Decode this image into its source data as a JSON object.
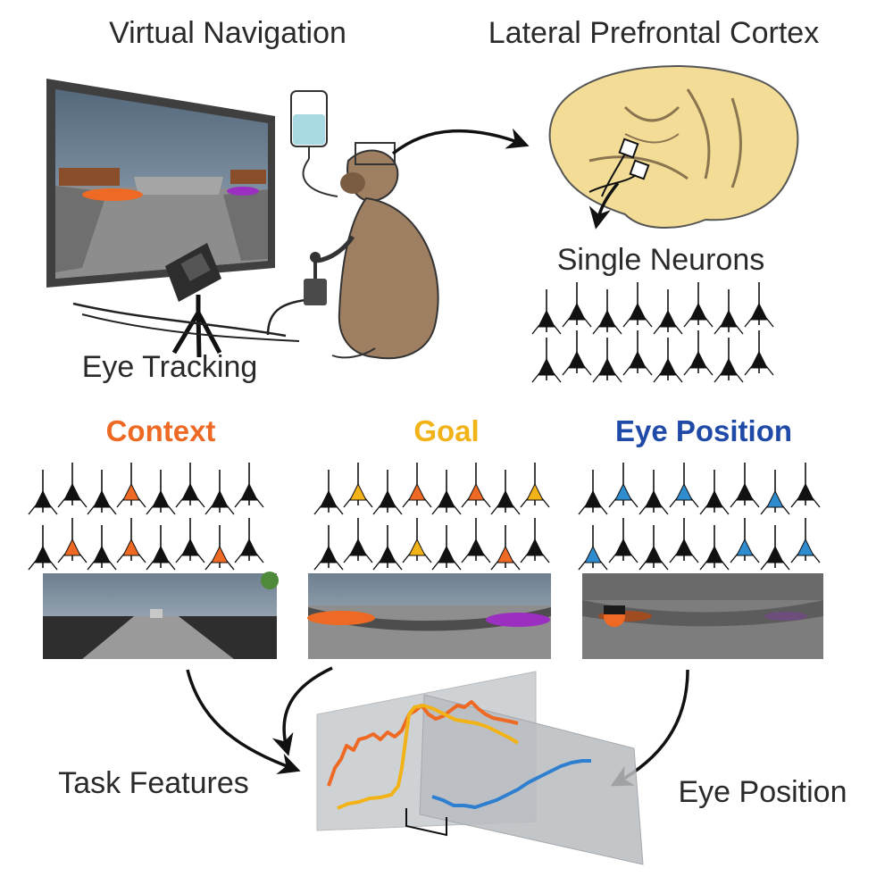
{
  "labels": {
    "virtual_navigation": "Virtual Navigation",
    "lateral_prefrontal_cortex": "Lateral Prefrontal Cortex",
    "eye_tracking": "Eye Tracking",
    "single_neurons": "Single Neurons",
    "context": "Context",
    "goal": "Goal",
    "eye_position_header": "Eye Position",
    "task_features": "Task Features",
    "eye_position_bottom": "Eye Position"
  },
  "colors": {
    "context": "#ee6a24",
    "goal": "#f2b318",
    "eye_position": "#1f4aa8",
    "neuron_blue": "#2e8ccf",
    "monkey": "#9e7f62",
    "brain": "#f2dc96",
    "text": "#2a2a2a"
  },
  "icons": {
    "monkey": "monkey-icon",
    "brain": "brain-icon",
    "monitor": "monitor-icon",
    "eye_tracker": "eye-tracker-icon",
    "reward_bottle": "reward-bottle-icon",
    "joystick": "joystick-icon",
    "neuron": "neuron-icon"
  }
}
